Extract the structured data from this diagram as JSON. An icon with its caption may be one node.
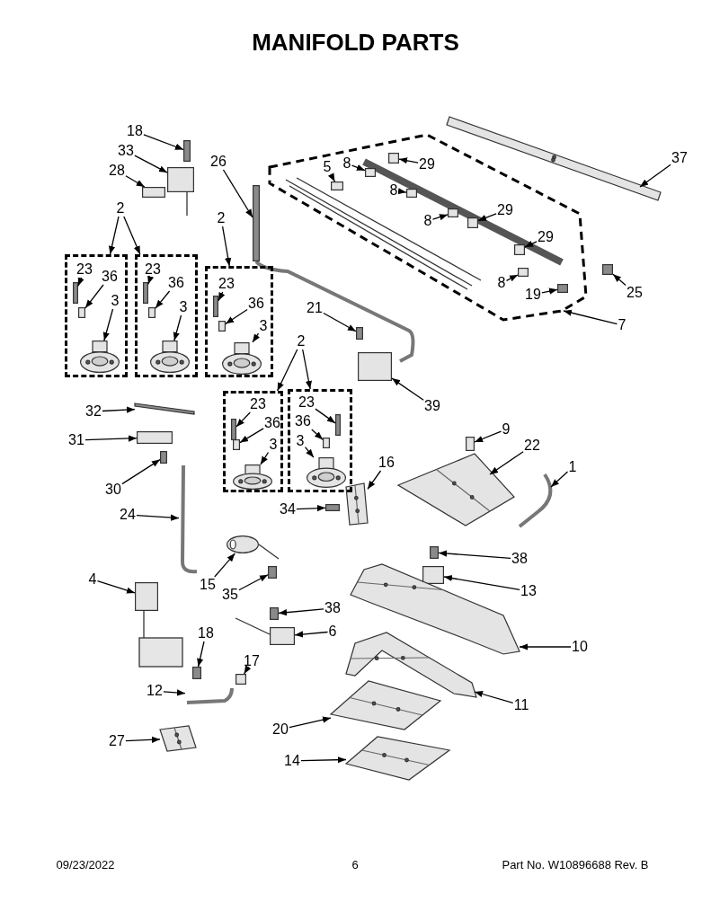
{
  "diagram": {
    "title": "MANIFOLD PARTS",
    "nodes": [
      {
        "text": [
          "18"
        ]
      },
      {
        "text": [
          "33"
        ]
      },
      {
        "text": [
          "28"
        ]
      },
      {
        "text": [
          "2"
        ]
      },
      {
        "text": [
          "26"
        ]
      },
      {
        "text": [
          "2"
        ]
      },
      {
        "text": [],
        "shape": "box"
      },
      {
        "text": [
          "23"
        ],
        "in": 6
      },
      {
        "text": [
          "36"
        ],
        "in": 6
      },
      {
        "text": [
          "3"
        ],
        "in": 6
      },
      {
        "text": [],
        "shape": "box"
      },
      {
        "text": [
          "23"
        ],
        "in": 10
      },
      {
        "text": [
          "36"
        ],
        "in": 10
      },
      {
        "text": [
          "3"
        ],
        "in": 10
      },
      {
        "text": [],
        "shape": "box"
      },
      {
        "text": [
          "23"
        ],
        "in": 14
      },
      {
        "text": [
          "36"
        ],
        "in": 14
      },
      {
        "text": [
          "3"
        ],
        "in": 14
      },
      {
        "text": [],
        "shape": "box"
      },
      {
        "text": [
          "5"
        ],
        "in": 18
      },
      {
        "text": [
          "8"
        ],
        "in": 18
      },
      {
        "text": [
          "29"
        ],
        "in": 18
      },
      {
        "text": [
          "8"
        ],
        "in": 18
      },
      {
        "text": [
          "8"
        ],
        "in": 18
      },
      {
        "text": [
          "29"
        ],
        "in": 18
      },
      {
        "text": [
          "29"
        ],
        "in": 18
      },
      {
        "text": [
          "8"
        ],
        "in": 18
      },
      {
        "text": [
          "19"
        ],
        "in": 18
      },
      {
        "text": [
          "37"
        ]
      },
      {
        "text": [
          "25"
        ]
      },
      {
        "text": [
          "7"
        ]
      },
      {
        "text": [
          "21"
        ]
      },
      {
        "text": [
          "2"
        ]
      },
      {
        "text": [],
        "shape": "box"
      },
      {
        "text": [
          "23"
        ],
        "in": 33
      },
      {
        "text": [
          "36"
        ],
        "in": 33
      },
      {
        "text": [
          "3"
        ],
        "in": 33
      },
      {
        "text": [],
        "shape": "box"
      },
      {
        "text": [
          "23"
        ],
        "in": 37
      },
      {
        "text": [
          "36"
        ],
        "in": 37
      },
      {
        "text": [
          "3"
        ],
        "in": 37
      },
      {
        "text": [
          "39"
        ]
      },
      {
        "text": [
          "32"
        ]
      },
      {
        "text": [
          "31"
        ]
      },
      {
        "text": [
          "30"
        ]
      },
      {
        "text": [
          "24"
        ]
      },
      {
        "text": [
          "16"
        ]
      },
      {
        "text": [
          "34"
        ]
      },
      {
        "text": [
          "9"
        ]
      },
      {
        "text": [
          "22"
        ]
      },
      {
        "text": [
          "1"
        ]
      },
      {
        "text": [
          "4"
        ]
      },
      {
        "text": [
          "15"
        ]
      },
      {
        "text": [
          "35"
        ]
      },
      {
        "text": [
          "38"
        ]
      },
      {
        "text": [
          "13"
        ]
      },
      {
        "text": [
          "38"
        ]
      },
      {
        "text": [
          "6"
        ]
      },
      {
        "text": [
          "10"
        ]
      },
      {
        "text": [
          "18"
        ]
      },
      {
        "text": [
          "17"
        ]
      },
      {
        "text": [
          "12"
        ]
      },
      {
        "text": [
          "11"
        ]
      },
      {
        "text": [
          "20"
        ]
      },
      {
        "text": [
          "27"
        ]
      },
      {
        "text": [
          "14"
        ]
      },
      {
        "text": [],
        "shape": "bar"
      },
      {
        "text": [],
        "shape": "box"
      },
      {
        "text": [],
        "shape": "box"
      },
      {
        "text": [],
        "shape": "bar"
      },
      {
        "text": [],
        "shape": "bar",
        "in": 6
      },
      {
        "text": [],
        "shape": "box",
        "in": 6
      },
      {
        "text": [],
        "shape": "picture",
        "in": 6
      },
      {
        "text": [],
        "shape": "bar",
        "in": 10
      },
      {
        "text": [],
        "shape": "box",
        "in": 10
      },
      {
        "text": [],
        "shape": "picture",
        "in": 10
      },
      {
        "text": [],
        "shape": "bar",
        "in": 14
      },
      {
        "text": [],
        "shape": "box",
        "in": 14
      },
      {
        "text": [],
        "shape": "picture",
        "in": 14
      },
      {
        "text": [],
        "shape": "box",
        "in": 18
      },
      {
        "text": [],
        "shape": "box",
        "in": 18
      },
      {
        "text": [],
        "shape": "box",
        "in": 18
      },
      {
        "text": [],
        "shape": "box",
        "in": 18
      },
      {
        "text": [],
        "shape": "box",
        "in": 18
      },
      {
        "text": [],
        "shape": "box",
        "in": 18
      },
      {
        "text": [],
        "shape": "box",
        "in": 18
      },
      {
        "text": [],
        "shape": "box",
        "in": 18
      },
      {
        "text": [],
        "shape": "bar",
        "in": 18
      },
      {
        "text": [],
        "shape": "picture"
      },
      {
        "text": [],
        "shape": "bar"
      },
      {
        "text": [],
        "shape": "bar"
      },
      {
        "text": [],
        "shape": "bar",
        "in": 33
      },
      {
        "text": [],
        "shape": "box",
        "in": 33
      },
      {
        "text": [],
        "shape": "picture",
        "in": 33
      },
      {
        "text": [],
        "shape": "bar",
        "in": 37
      },
      {
        "text": [],
        "shape": "box",
        "in": 37
      },
      {
        "text": [],
        "shape": "picture",
        "in": 37
      },
      {
        "text": [],
        "shape": "box"
      },
      {
        "text": [],
        "shape": "bar"
      },
      {
        "text": [],
        "shape": "box"
      },
      {
        "text": [],
        "shape": "bar"
      },
      {
        "text": [],
        "shape": "picture"
      },
      {
        "text": [],
        "shape": "picture"
      },
      {
        "text": [],
        "shape": "bar"
      },
      {
        "text": [],
        "shape": "box"
      },
      {
        "text": [],
        "shape": "picture"
      },
      {
        "text": [],
        "shape": "picture"
      },
      {
        "text": [],
        "shape": "box"
      },
      {
        "text": [],
        "shape": "circle"
      },
      {
        "text": [],
        "shape": "bar"
      },
      {
        "text": [],
        "shape": "bar"
      },
      {
        "text": [],
        "shape": "box"
      },
      {
        "text": [],
        "shape": "bar"
      },
      {
        "text": [],
        "shape": "box"
      },
      {
        "text": [],
        "shape": "picture"
      },
      {
        "text": [],
        "shape": "bar"
      },
      {
        "text": [],
        "shape": "box"
      },
      {
        "text": [],
        "shape": "picture"
      },
      {
        "text": [],
        "shape": "picture"
      },
      {
        "text": [],
        "shape": "picture"
      },
      {
        "text": [],
        "shape": "picture"
      },
      {
        "text": [],
        "shape": "picture"
      }
    ],
    "edges": [
      {
        "from": 0,
        "to": 66,
        "arrow": "to"
      },
      {
        "from": 1,
        "to": 67,
        "arrow": "to"
      },
      {
        "from": 2,
        "to": 68,
        "arrow": "to"
      },
      {
        "from": 3,
        "to": 6,
        "arrow": "to"
      },
      {
        "from": 3,
        "to": 10,
        "arrow": "to"
      },
      {
        "from": 4,
        "to": 69,
        "arrow": "to"
      },
      {
        "from": 5,
        "to": 14,
        "arrow": "to"
      },
      {
        "from": 7,
        "to": 70,
        "arrow": "to"
      },
      {
        "from": 8,
        "to": 71,
        "arrow": "to"
      },
      {
        "from": 9,
        "to": 72,
        "arrow": "to"
      },
      {
        "from": 11,
        "to": 73,
        "arrow": "to"
      },
      {
        "from": 12,
        "to": 74,
        "arrow": "to"
      },
      {
        "from": 13,
        "to": 75,
        "arrow": "to"
      },
      {
        "from": 15,
        "to": 76,
        "arrow": "to"
      },
      {
        "from": 16,
        "to": 77,
        "arrow": "to"
      },
      {
        "from": 17,
        "to": 78,
        "arrow": "to"
      },
      {
        "from": 19,
        "to": 79,
        "arrow": "to"
      },
      {
        "from": 20,
        "to": 80,
        "arrow": "to"
      },
      {
        "from": 21,
        "to": 81,
        "arrow": "to"
      },
      {
        "from": 22,
        "to": 82,
        "arrow": "to"
      },
      {
        "from": 23,
        "to": 83,
        "arrow": "to"
      },
      {
        "from": 24,
        "to": 84,
        "arrow": "to"
      },
      {
        "from": 25,
        "to": 85,
        "arrow": "to"
      },
      {
        "from": 26,
        "to": 86,
        "arrow": "to"
      },
      {
        "from": 27,
        "to": 87,
        "arrow": "to"
      },
      {
        "from": 28,
        "to": 88,
        "arrow": "to"
      },
      {
        "from": 29,
        "to": 89,
        "arrow": "to"
      },
      {
        "from": 30,
        "to": 18,
        "arrow": "to"
      },
      {
        "from": 31,
        "to": 90,
        "arrow": "to"
      },
      {
        "from": 32,
        "to": 33,
        "arrow": "to"
      },
      {
        "from": 32,
        "to": 37,
        "arrow": "to"
      },
      {
        "from": 34,
        "to": 91,
        "arrow": "to"
      },
      {
        "from": 35,
        "to": 92,
        "arrow": "to"
      },
      {
        "from": 36,
        "to": 93,
        "arrow": "to"
      },
      {
        "from": 38,
        "to": 94,
        "arrow": "to"
      },
      {
        "from": 39,
        "to": 95,
        "arrow": "to"
      },
      {
        "from": 40,
        "to": 96,
        "arrow": "to"
      },
      {
        "from": 41,
        "to": 97,
        "arrow": "to"
      },
      {
        "from": 42,
        "to": 98,
        "arrow": "to"
      },
      {
        "from": 43,
        "to": 99,
        "arrow": "to"
      },
      {
        "from": 44,
        "to": 100,
        "arrow": "to"
      },
      {
        "from": 45,
        "to": 101,
        "arrow": "to"
      },
      {
        "from": 46,
        "to": 102,
        "arrow": "to"
      },
      {
        "from": 47,
        "to": 103,
        "arrow": "to"
      },
      {
        "from": 48,
        "to": 104,
        "arrow": "to"
      },
      {
        "from": 49,
        "to": 105,
        "arrow": "to"
      },
      {
        "from": 50,
        "to": 106,
        "arrow": "to"
      },
      {
        "from": 51,
        "to": 107,
        "arrow": "to"
      },
      {
        "from": 52,
        "to": 108,
        "arrow": "to"
      },
      {
        "from": 53,
        "to": 109,
        "arrow": "to"
      },
      {
        "from": 54,
        "to": 110,
        "arrow": "to"
      },
      {
        "from": 55,
        "to": 111,
        "arrow": "to"
      },
      {
        "from": 56,
        "to": 112,
        "arrow": "to"
      },
      {
        "from": 57,
        "to": 113,
        "arrow": "to"
      },
      {
        "from": 58,
        "to": 114,
        "arrow": "to"
      },
      {
        "from": 59,
        "to": 115,
        "arrow": "to"
      },
      {
        "from": 60,
        "to": 116,
        "arrow": "to"
      },
      {
        "from": 61,
        "to": 117,
        "arrow": "to"
      },
      {
        "from": 62,
        "to": 118,
        "arrow": "to"
      },
      {
        "from": 63,
        "to": 119,
        "arrow": "to"
      },
      {
        "from": 64,
        "to": 120,
        "arrow": "to"
      },
      {
        "from": 65,
        "to": 121,
        "arrow": "to"
      }
    ],
    "labels": [
      "09/23/2022",
      "6",
      "Part No. W10896688 Rev. B"
    ]
  }
}
